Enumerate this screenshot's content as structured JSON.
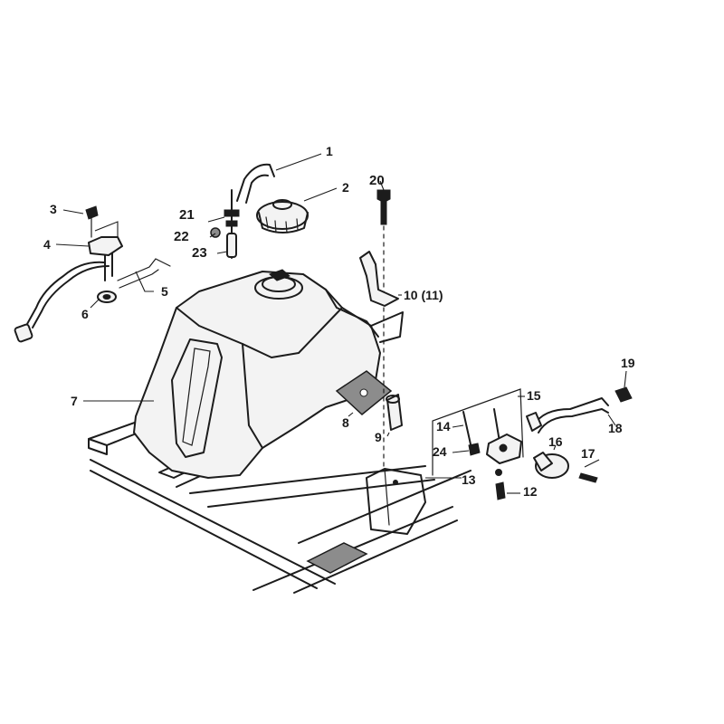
{
  "diagram": {
    "callouts": {
      "c1": "1",
      "c2": "2",
      "c3": "3",
      "c4": "4",
      "c5": "5",
      "c6": "6",
      "c7": "7",
      "c8": "8",
      "c9": "9",
      "c10": "10 (11)",
      "c12": "12",
      "c13": "13",
      "c14": "14",
      "c15": "15",
      "c16": "16",
      "c17": "17",
      "c18": "18",
      "c19": "19",
      "c20": "20",
      "c21": "21",
      "c22": "22",
      "c23": "23",
      "c24": "24"
    }
  }
}
